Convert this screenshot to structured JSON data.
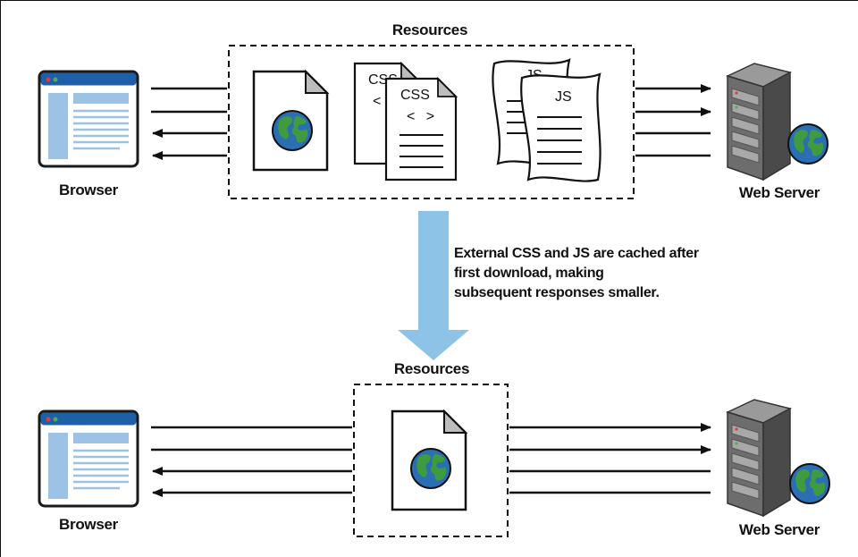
{
  "top_section": {
    "resources_label": "Resources",
    "browser_label": "Browser",
    "server_label": "Web Server",
    "css_front_label": "CSS",
    "css_back_label": "CSS",
    "css_brackets": "< >",
    "css_back_bracket": "<",
    "js_front_label": "JS",
    "js_back_label": "JS"
  },
  "transition": {
    "note_lines": [
      "External CSS and JS are cached after",
      "first download, making",
      "subsequent responses smaller."
    ]
  },
  "bottom_section": {
    "resources_label": "Resources",
    "browser_label": "Browser",
    "server_label": "Web Server"
  },
  "colors": {
    "browser_blue": "#1e5fa8",
    "browser_pane": "#9cc3e6",
    "cache_arrow": "#8ec3e8",
    "globe_ocean": "#2a6fb3",
    "globe_land": "#3f9b3f",
    "server_body": "#6d6d6d"
  },
  "icons": [
    "browser-icon",
    "html-page-icon",
    "css-file-icon",
    "js-scroll-icon",
    "web-server-icon",
    "globe-icon",
    "cache-arrow-icon"
  ]
}
